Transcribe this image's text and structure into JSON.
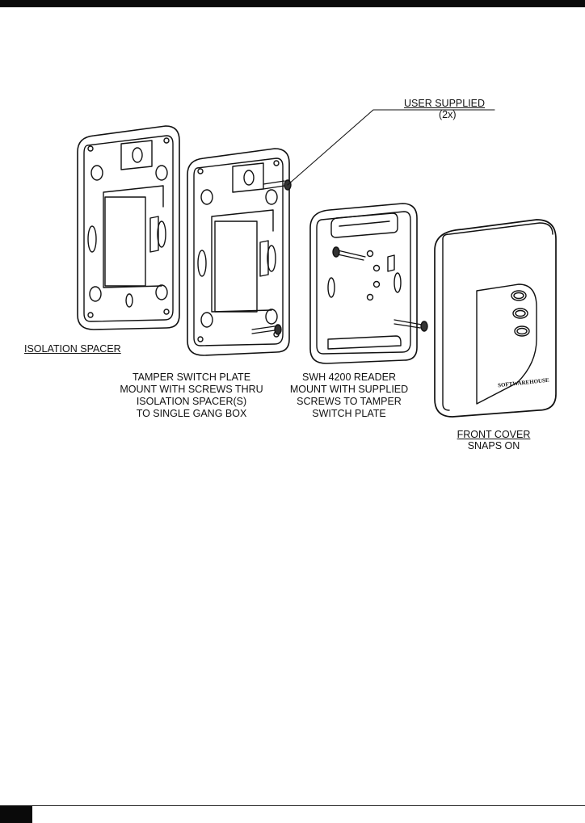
{
  "labels": {
    "user_supplied": "USER SUPPLIED",
    "user_supplied_qty": "(2x)",
    "isolation_spacer": "ISOLATION SPACER",
    "tamper_plate": [
      "TAMPER SWITCH PLATE",
      "MOUNT WITH SCREWS THRU",
      "ISOLATION SPACER(S)",
      "TO SINGLE GANG BOX"
    ],
    "reader": [
      "SWH 4200 READER",
      "MOUNT WITH SUPPLIED",
      "SCREWS TO TAMPER",
      "SWITCH PLATE"
    ],
    "front_cover": "FRONT COVER",
    "front_cover_note": "SNAPS ON"
  },
  "brand_text": "SOFTWAREHOUSE"
}
